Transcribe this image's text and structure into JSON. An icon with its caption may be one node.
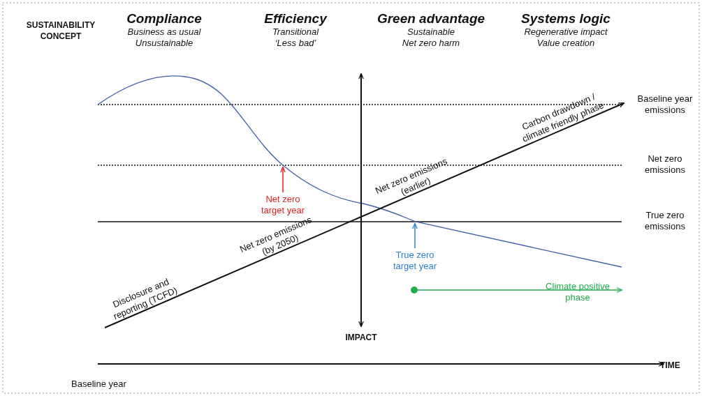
{
  "diagram": {
    "nodes": [
      {
        "text": [
          "Net zero target year"
        ]
      },
      {
        "text": [
          "True zero target year"
        ]
      }
    ],
    "edges": [
      {
        "from": 0,
        "to": null,
        "arrow": "to",
        "color": "#e02020"
      },
      {
        "from": 1,
        "to": null,
        "arrow": "to",
        "color": "#2a7fd0"
      }
    ],
    "labels": [
      "SUSTAINABILITY CONCEPT",
      "Compliance",
      "Business as usual",
      "Unsustainable",
      "Efficiency",
      "Transitional",
      "‘Less bad’",
      "Green advantage",
      "Sustainable",
      "Net zero harm",
      "Systems logic",
      "Regenerative impact",
      "Value creation",
      "Baseline year emissions",
      "Net zero emissions",
      "True zero emissions",
      "Carbon drawdown / climate friendly phase",
      "Net zero emissions (earlier)",
      "Net zero emissions (by 2050)",
      "Disclosure and reporting (TCFD)",
      "IMPACT",
      "Climate positive phase",
      "TIME",
      "Baseline year"
    ]
  }
}
